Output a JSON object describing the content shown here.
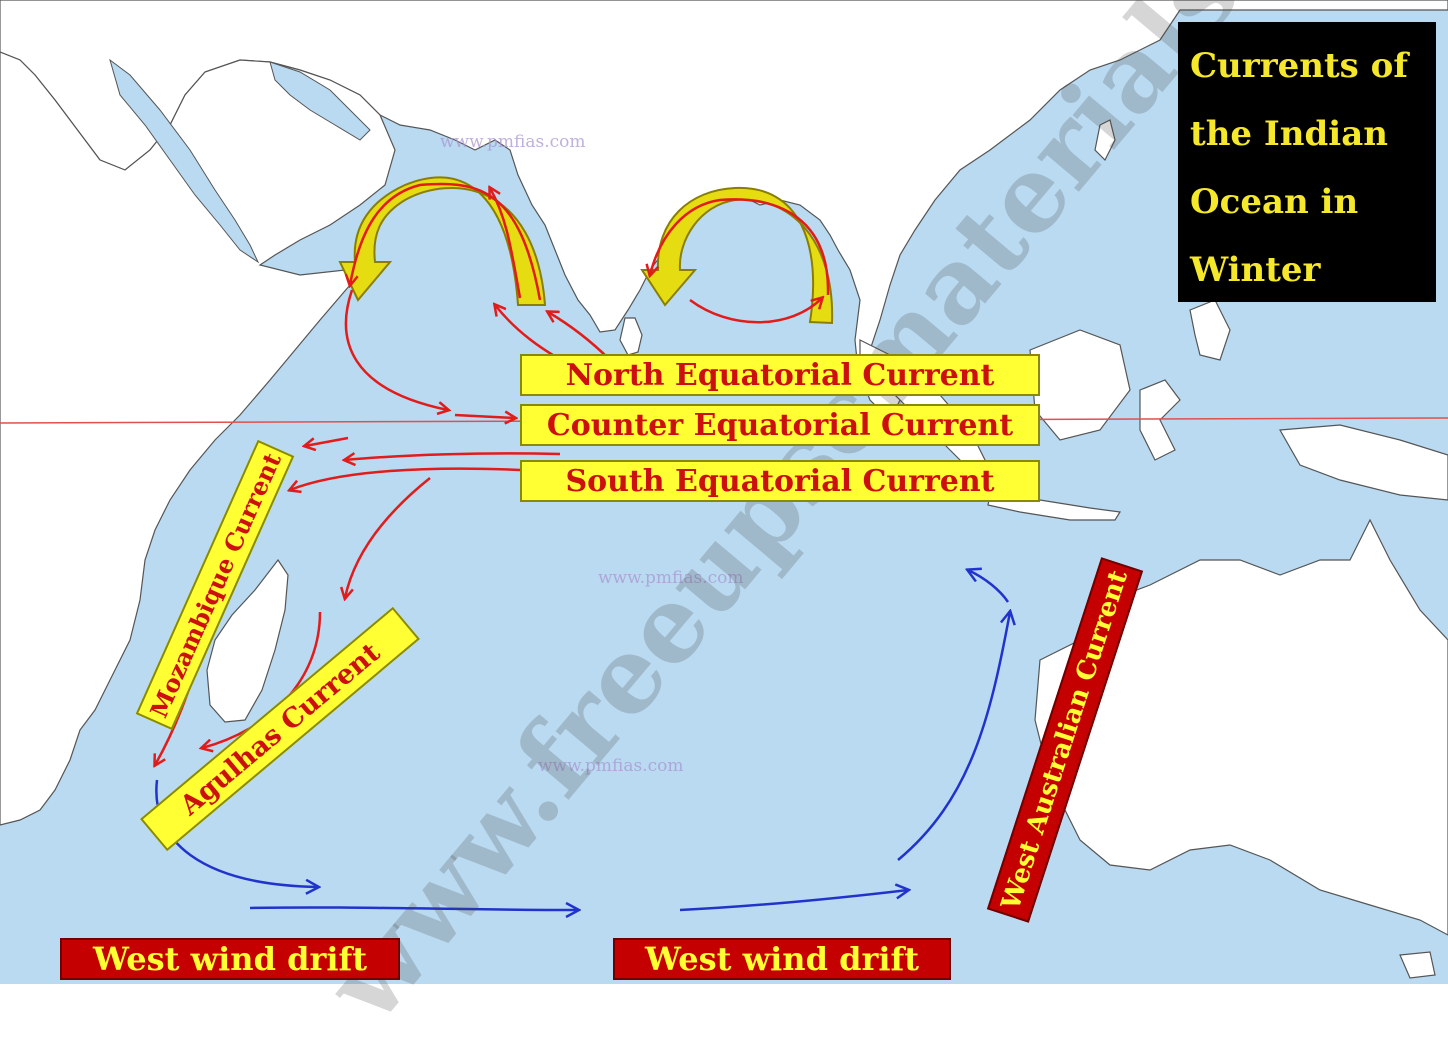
{
  "title": [
    "Currents of",
    "the Indian",
    "Ocean in",
    "Winter"
  ],
  "labels": {
    "north_equatorial": "North Equatorial Current",
    "counter_equatorial": "Counter Equatorial Current",
    "south_equatorial": "South Equatorial Current",
    "mozambique": "Mozambique Current",
    "agulhas": "Agulhas Current",
    "west_australian": "West Australian Current",
    "west_wind_drift_1": "West wind drift",
    "west_wind_drift_2": "West wind drift"
  },
  "watermarks": {
    "main": "www.freeupscmaterials.org",
    "small_1": "www.pmfias.com",
    "small_2": "www.pmfias.com",
    "small_3": "www.pmfias.com"
  },
  "colors": {
    "ocean": "#b9daf0",
    "land": "#ffffff",
    "warm_current": "#e21b1b",
    "cold_current": "#2233cc",
    "monsoon_arrow": "#e6dc12",
    "equator_line": "#e05050"
  }
}
